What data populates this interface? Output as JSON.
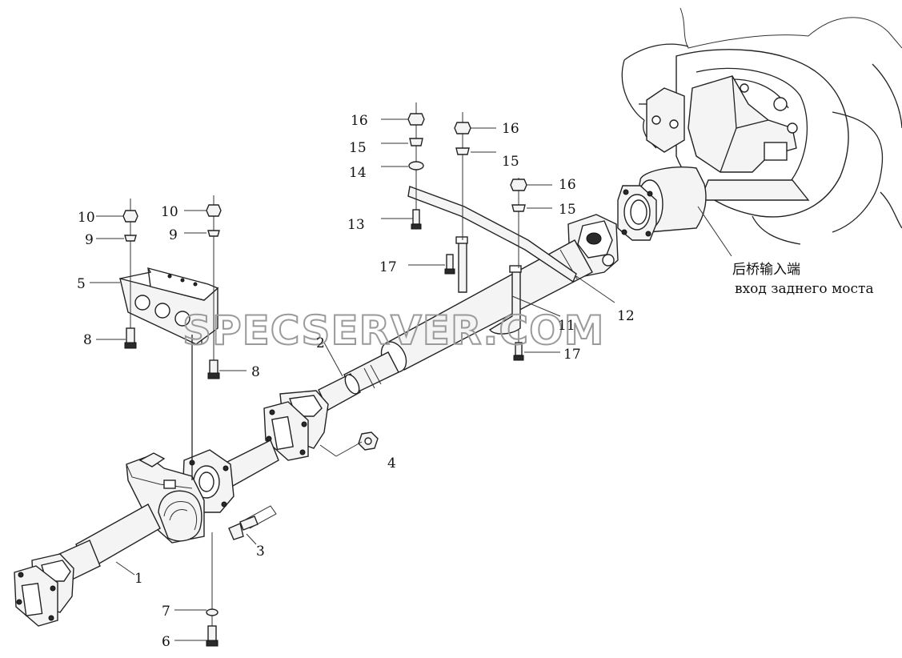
{
  "labels": {
    "n1": "1",
    "n2": "2",
    "n3": "3",
    "n4": "4",
    "n5": "5",
    "n6": "6",
    "n7": "7",
    "n8a": "8",
    "n8b": "8",
    "n9a": "9",
    "n9b": "9",
    "n10a": "10",
    "n10b": "10",
    "n11": "11",
    "n12": "12",
    "n13": "13",
    "n14": "14",
    "n15a": "15",
    "n15b": "15",
    "n15c": "15",
    "n16a": "16",
    "n16b": "16",
    "n16c": "16",
    "n17a": "17",
    "n17b": "17"
  },
  "caption": {
    "chinese": "后桥输入端",
    "russian": "вход заднего моста"
  },
  "watermark": "SPECSERVER.COM"
}
